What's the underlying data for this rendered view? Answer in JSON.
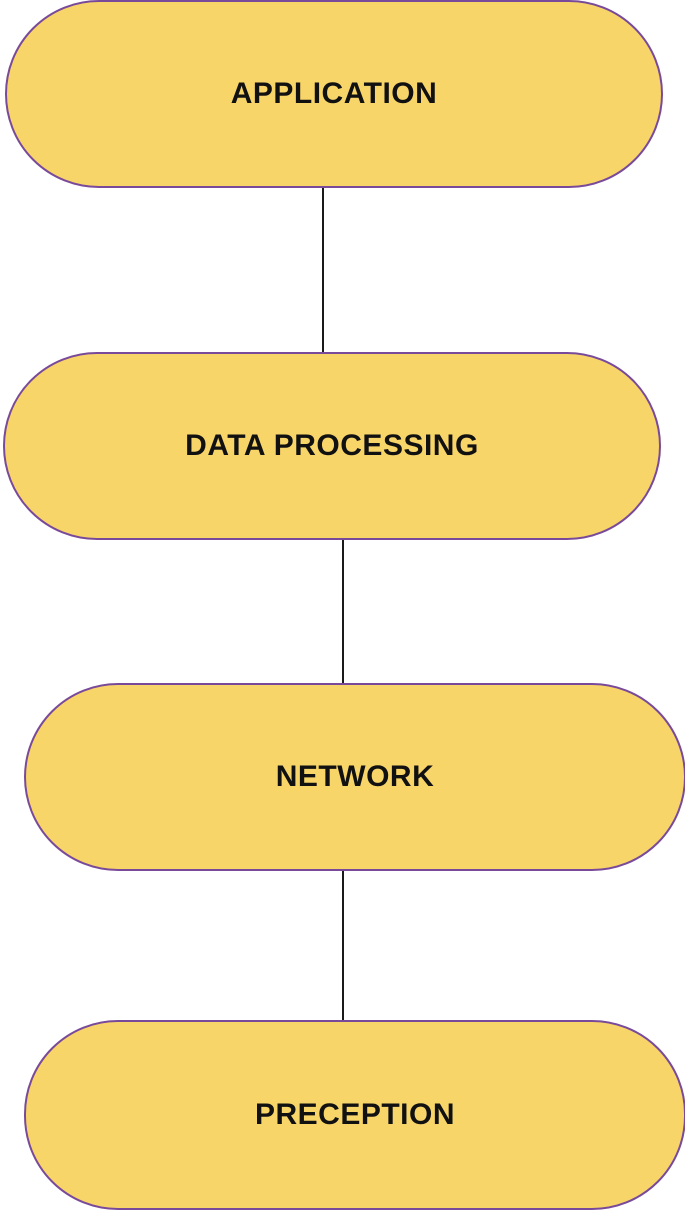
{
  "theme": {
    "box_fill": "#f8d568",
    "box_border": "#7a4a9a",
    "connector_color": "#1a1a1a",
    "text_color": "#111111"
  },
  "layers": [
    {
      "label": "APPLICATION"
    },
    {
      "label": "DATA PROCESSING"
    },
    {
      "label": "NETWORK"
    },
    {
      "label": "PRECEPTION"
    }
  ]
}
